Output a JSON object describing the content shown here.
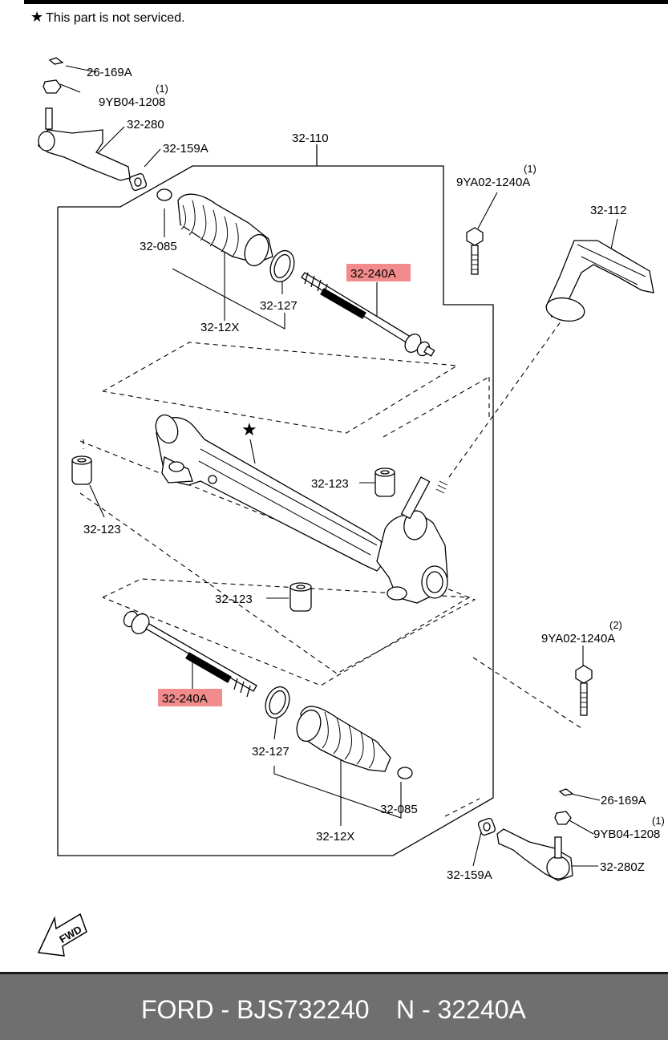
{
  "note": {
    "star": "★",
    "text": "This part is not serviced."
  },
  "callouts": {
    "c1": "26-169A",
    "c2": "9YB04-1208",
    "c2_sup": "(1)",
    "c3": "32-280",
    "c4": "32-159A",
    "c5": "32-110",
    "c6": "9YA02-1240A",
    "c6_sup": "(1)",
    "c7": "32-112",
    "c8": "32-085",
    "c9": "32-240A",
    "c10": "32-127",
    "c11": "32-12X",
    "c12": "32-123",
    "c13": "32-123",
    "c14": "32-123",
    "c15": "9YA02-1240A",
    "c15_sup": "(2)",
    "c16": "32-240A",
    "c17": "32-127",
    "c18": "32-085",
    "c19": "32-12X",
    "c20": "26-169A",
    "c21": "9YB04-1208",
    "c21_sup": "(1)",
    "c22": "32-159A",
    "c23": "32-280Z"
  },
  "fwd_label": "FWD",
  "footer": {
    "brand_part": "FORD - BJS732240",
    "ref": "N - 32240A"
  },
  "colors": {
    "highlight": "#f28b8b",
    "footer_bg": "#6f6f6f"
  }
}
